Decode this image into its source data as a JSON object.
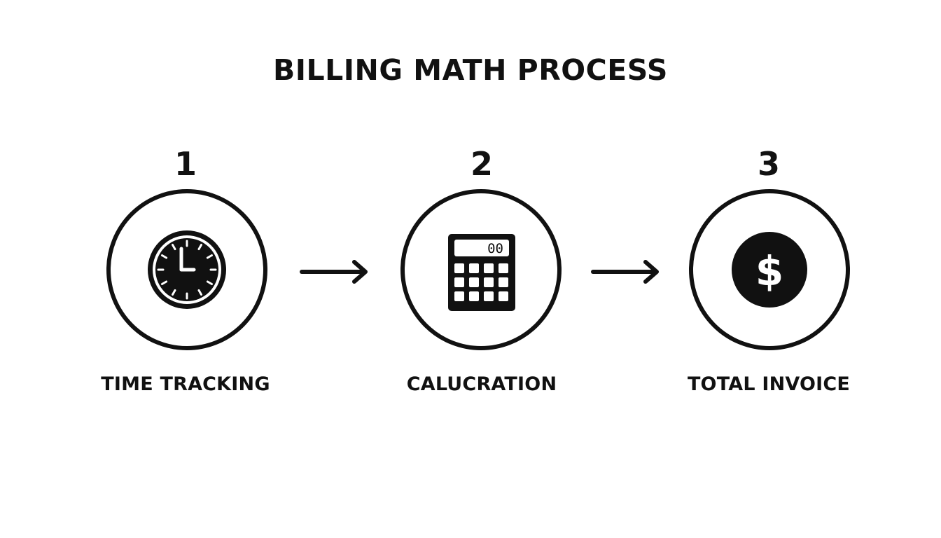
{
  "title": "BILLING MATH PROCESS",
  "steps": [
    {
      "number": "1",
      "label": "TIME TRACKING",
      "icon": "clock-icon"
    },
    {
      "number": "2",
      "label": "CALUCRATION",
      "icon": "calculator-icon",
      "display": "00"
    },
    {
      "number": "3",
      "label": "TOTAL INVOICE",
      "icon": "dollar-coin-icon",
      "symbol": "$"
    }
  ],
  "colors": {
    "ink": "#111111",
    "background": "#ffffff"
  }
}
